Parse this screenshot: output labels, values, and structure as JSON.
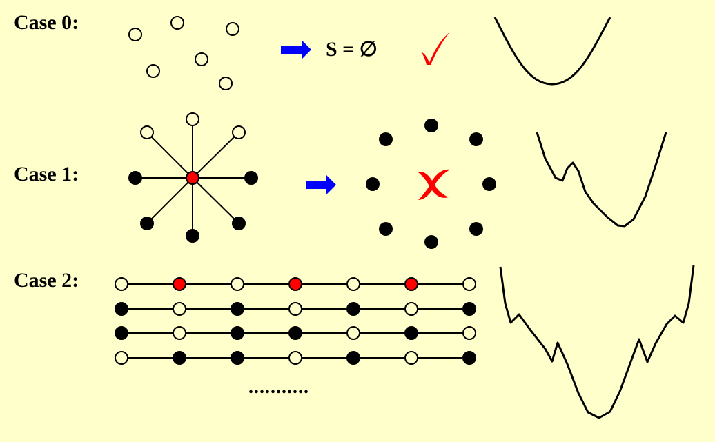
{
  "cases": [
    {
      "label": "Case 0:",
      "result": "S = ∅",
      "verdict": "check-mark"
    },
    {
      "label": "Case 1:",
      "verdict": "cross-mark"
    },
    {
      "label": "Case 2:",
      "ellipsis": "..........."
    }
  ],
  "case2_grid": [
    [
      "white",
      "red",
      "white",
      "red",
      "white",
      "red",
      "white"
    ],
    [
      "black",
      "white",
      "black",
      "white",
      "black",
      "white",
      "black"
    ],
    [
      "black",
      "white",
      "black",
      "black",
      "white",
      "black",
      "white"
    ],
    [
      "white",
      "black",
      "black",
      "white",
      "black",
      "white",
      "black"
    ]
  ],
  "case1_star": {
    "center": "red",
    "outer": [
      "white",
      "white",
      "white",
      "black",
      "black",
      "black",
      "black",
      "black"
    ]
  },
  "colors": {
    "background": "#FFFFCC",
    "arrow": "#0000FF",
    "red": "#FF0000",
    "black": "#000000",
    "white": "#FFFFCC"
  }
}
